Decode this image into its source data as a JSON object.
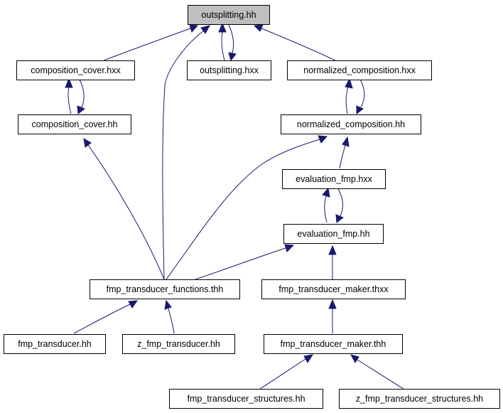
{
  "diagram": {
    "colors": {
      "edge": "#191970",
      "root_fill": "#bfbfbf",
      "node_fill": "#ffffff",
      "border": "#000000"
    },
    "nodes": {
      "outsplitting_hh": "outsplitting.hh",
      "composition_cover_hxx": "composition_cover.hxx",
      "outsplitting_hxx": "outsplitting.hxx",
      "normalized_composition_hxx": "normalized_composition.hxx",
      "composition_cover_hh": "composition_cover.hh",
      "normalized_composition_hh": "normalized_composition.hh",
      "evaluation_fmp_hxx": "evaluation_fmp.hxx",
      "evaluation_fmp_hh": "evaluation_fmp.hh",
      "fmp_transducer_functions_thh": "fmp_transducer_functions.thh",
      "fmp_transducer_maker_thxx": "fmp_transducer_maker.thxx",
      "fmp_transducer_hh": "fmp_transducer.hh",
      "z_fmp_transducer_hh": "z_fmp_transducer.hh",
      "fmp_transducer_maker_thh": "fmp_transducer_maker.thh",
      "fmp_transducer_structures_hh": "fmp_transducer_structures.hh",
      "z_fmp_transducer_structures_hh": "z_fmp_transducer_structures.hh"
    },
    "edges": [
      {
        "from": "composition_cover_hxx",
        "to": "outsplitting_hh"
      },
      {
        "from": "outsplitting_hxx",
        "to": "outsplitting_hh"
      },
      {
        "from": "outsplitting_hh",
        "to": "outsplitting_hxx"
      },
      {
        "from": "normalized_composition_hxx",
        "to": "outsplitting_hh"
      },
      {
        "from": "fmp_transducer_functions_thh",
        "to": "outsplitting_hh"
      },
      {
        "from": "composition_cover_hh",
        "to": "composition_cover_hxx"
      },
      {
        "from": "composition_cover_hxx",
        "to": "composition_cover_hh"
      },
      {
        "from": "normalized_composition_hh",
        "to": "normalized_composition_hxx"
      },
      {
        "from": "normalized_composition_hxx",
        "to": "normalized_composition_hh"
      },
      {
        "from": "fmp_transducer_functions_thh",
        "to": "composition_cover_hh"
      },
      {
        "from": "fmp_transducer_functions_thh",
        "to": "normalized_composition_hh"
      },
      {
        "from": "evaluation_fmp_hxx",
        "to": "normalized_composition_hh"
      },
      {
        "from": "evaluation_fmp_hh",
        "to": "evaluation_fmp_hxx"
      },
      {
        "from": "evaluation_fmp_hxx",
        "to": "evaluation_fmp_hh"
      },
      {
        "from": "fmp_transducer_functions_thh",
        "to": "evaluation_fmp_hh"
      },
      {
        "from": "fmp_transducer_maker_thxx",
        "to": "evaluation_fmp_hh"
      },
      {
        "from": "fmp_transducer_hh",
        "to": "fmp_transducer_functions_thh"
      },
      {
        "from": "z_fmp_transducer_hh",
        "to": "fmp_transducer_functions_thh"
      },
      {
        "from": "fmp_transducer_maker_thh",
        "to": "fmp_transducer_maker_thxx"
      },
      {
        "from": "fmp_transducer_structures_hh",
        "to": "fmp_transducer_maker_thh"
      },
      {
        "from": "z_fmp_transducer_structures_hh",
        "to": "fmp_transducer_maker_thh"
      }
    ]
  }
}
